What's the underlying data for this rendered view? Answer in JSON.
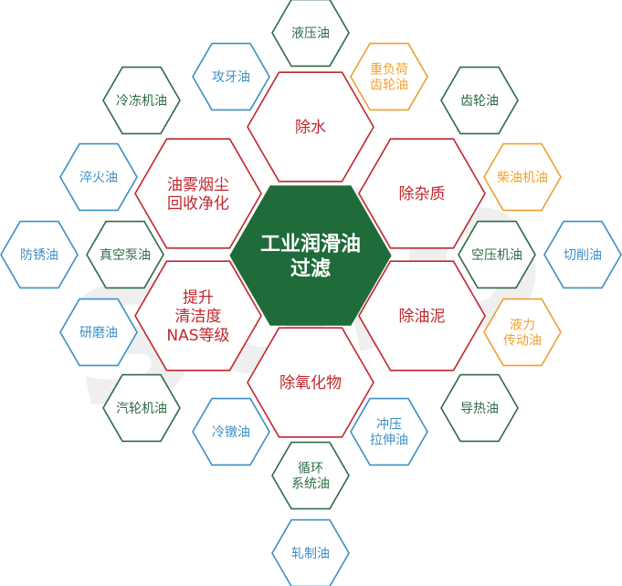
{
  "watermark": "solo",
  "center": {
    "lines": [
      "工业润滑油",
      "过滤"
    ],
    "fill": "#1f6b3a",
    "text_color": "#ffffff"
  },
  "functions": [
    {
      "id": "water",
      "lines": [
        "除水"
      ]
    },
    {
      "id": "impurity",
      "lines": [
        "除杂质"
      ]
    },
    {
      "id": "sludge",
      "lines": [
        "除油泥"
      ]
    },
    {
      "id": "oxide",
      "lines": [
        "除氧化物"
      ]
    },
    {
      "id": "cleanliness",
      "lines": [
        "提升",
        "清洁度",
        "NAS等级"
      ]
    },
    {
      "id": "mist",
      "lines": [
        "油雾烟尘",
        "回收净化"
      ]
    }
  ],
  "function_color": "#c0272d",
  "oils": [
    {
      "id": "hydraulic",
      "lines": [
        "液压油"
      ],
      "color": "#2e6b45"
    },
    {
      "id": "tapping",
      "lines": [
        "攻牙油"
      ],
      "color": "#3c8fc6"
    },
    {
      "id": "heavy-gear",
      "lines": [
        "重负荷",
        "齿轮油"
      ],
      "color": "#f0a030"
    },
    {
      "id": "refrigerant",
      "lines": [
        "冷冻机油"
      ],
      "color": "#2e6b45"
    },
    {
      "id": "gear",
      "lines": [
        "齿轮油"
      ],
      "color": "#2e6b45"
    },
    {
      "id": "quench",
      "lines": [
        "淬火油"
      ],
      "color": "#3c8fc6"
    },
    {
      "id": "diesel",
      "lines": [
        "柴油机油"
      ],
      "color": "#f0a030"
    },
    {
      "id": "antirust",
      "lines": [
        "防锈油"
      ],
      "color": "#3c8fc6"
    },
    {
      "id": "vacuum",
      "lines": [
        "真空泵油"
      ],
      "color": "#2e6b45"
    },
    {
      "id": "aircomp",
      "lines": [
        "空压机油"
      ],
      "color": "#2e6b45"
    },
    {
      "id": "cutting",
      "lines": [
        "切削油"
      ],
      "color": "#3c8fc6"
    },
    {
      "id": "grinding",
      "lines": [
        "研磨油"
      ],
      "color": "#3c8fc6"
    },
    {
      "id": "fluid-trans",
      "lines": [
        "液力",
        "传动油"
      ],
      "color": "#f0a030"
    },
    {
      "id": "turbine",
      "lines": [
        "汽轮机油"
      ],
      "color": "#2e6b45"
    },
    {
      "id": "heat",
      "lines": [
        "导热油"
      ],
      "color": "#2e6b45"
    },
    {
      "id": "cold-heading",
      "lines": [
        "冷镦油"
      ],
      "color": "#3c8fc6"
    },
    {
      "id": "stamping",
      "lines": [
        "冲压",
        "拉伸油"
      ],
      "color": "#3c8fc6"
    },
    {
      "id": "circulating",
      "lines": [
        "循环",
        "系统油"
      ],
      "color": "#2e6b45"
    },
    {
      "id": "rolling",
      "lines": [
        "轧制油"
      ],
      "color": "#3c8fc6"
    }
  ]
}
